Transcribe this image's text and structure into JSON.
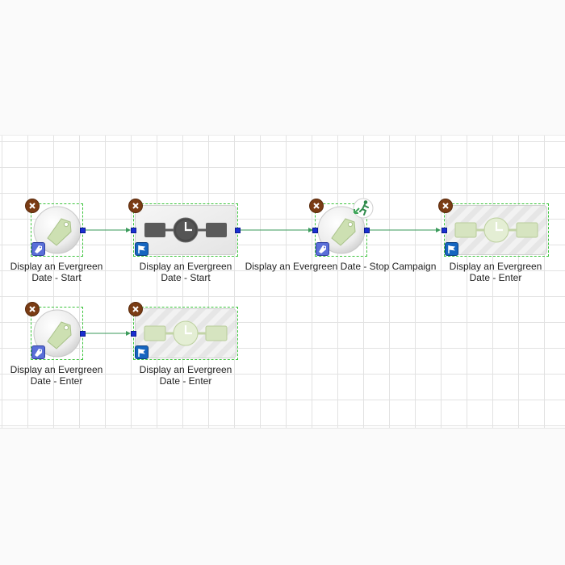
{
  "colors": {
    "connector": "#3a9a5a",
    "port": "#1a2fd1",
    "selection": "#3cc43c",
    "remove_button": "#7a3c14"
  },
  "nodes": [
    {
      "label_line1": "Display an Evergreen",
      "label_line2": "Date - Start",
      "kind": "tag-circle",
      "badge": "tag-icon"
    },
    {
      "label_line1": "Display an Evergreen",
      "label_line2": "Date - Start",
      "kind": "wait-dark",
      "badge": "flag-icon"
    },
    {
      "label_line1": "Display an Evergreen Date - Stop Campaign",
      "label_line2": "",
      "kind": "tag-circle",
      "badge": "tag-icon",
      "overlay": "exit-person-icon"
    },
    {
      "label_line1": "Display an Evergreen",
      "label_line2": "Date - Enter",
      "kind": "wait-light",
      "badge": "flag-icon"
    },
    {
      "label_line1": "Display an Evergreen",
      "label_line2": "Date - Enter",
      "kind": "tag-circle",
      "badge": "tag-icon"
    },
    {
      "label_line1": "Display an Evergreen",
      "label_line2": "Date - Enter",
      "kind": "wait-light",
      "badge": "flag-icon"
    }
  ]
}
